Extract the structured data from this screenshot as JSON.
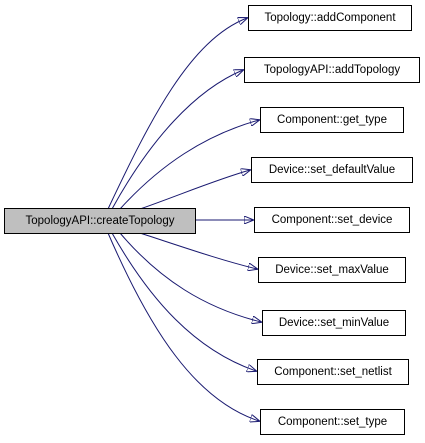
{
  "graph": {
    "source": {
      "id": "src",
      "label": "TopologyAPI::createTopology"
    },
    "targets": [
      {
        "id": "t0",
        "label": "Topology::addComponent"
      },
      {
        "id": "t1",
        "label": "TopologyAPI::addTopology"
      },
      {
        "id": "t2",
        "label": "Component::get_type"
      },
      {
        "id": "t3",
        "label": "Device::set_defaultValue"
      },
      {
        "id": "t4",
        "label": "Component::set_device"
      },
      {
        "id": "t5",
        "label": "Device::set_maxValue"
      },
      {
        "id": "t6",
        "label": "Device::set_minValue"
      },
      {
        "id": "t7",
        "label": "Component::set_netlist"
      },
      {
        "id": "t8",
        "label": "Component::set_type"
      }
    ],
    "edge_color": "#191970",
    "source_fill": "#bfbfbf",
    "target_fill": "#ffffff"
  }
}
